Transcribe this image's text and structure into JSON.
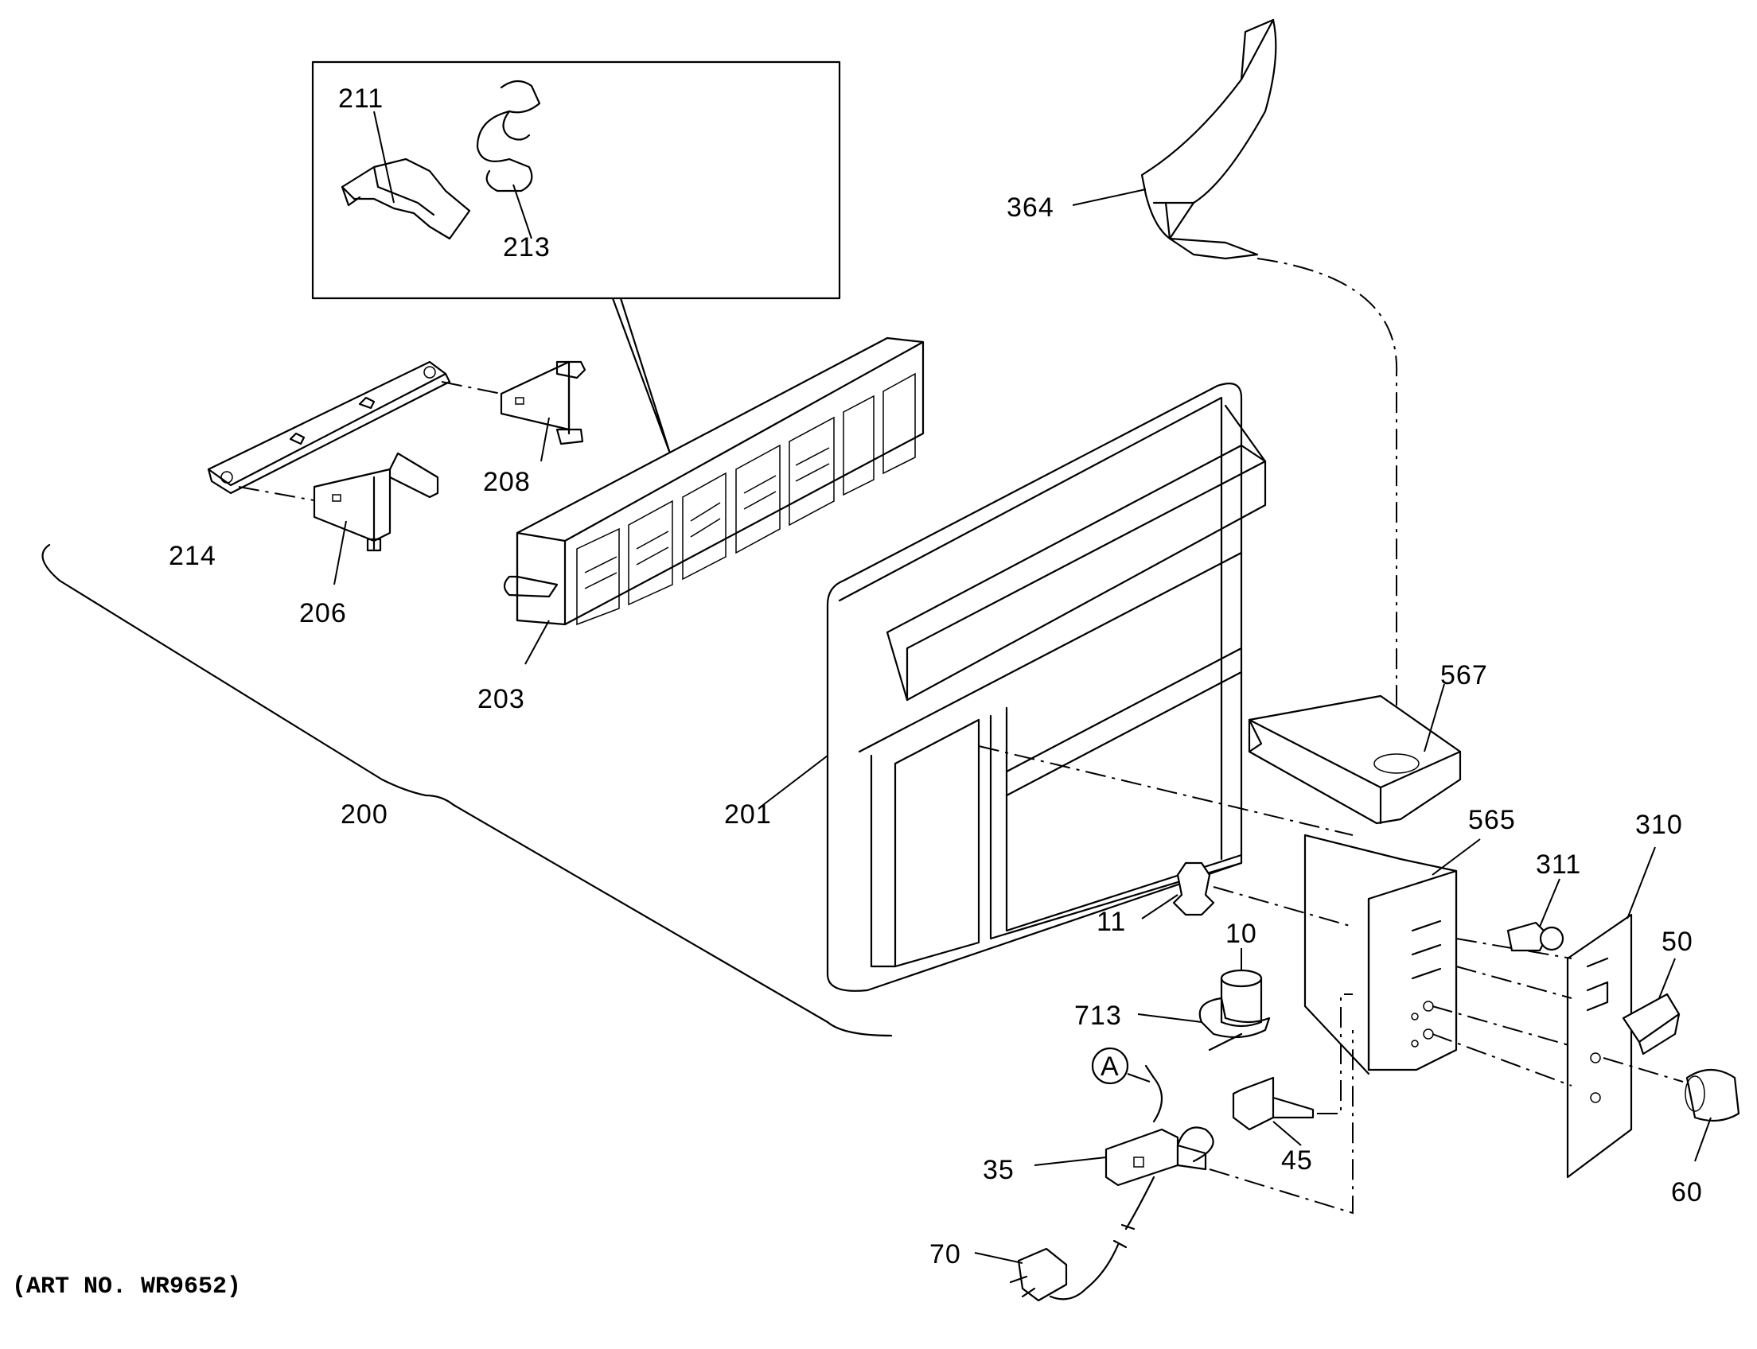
{
  "diagram": {
    "art_number": "(ART NO. WR9652)",
    "callout_letter": "A",
    "labels": {
      "p200": "200",
      "p201": "201",
      "p203": "203",
      "p206": "206",
      "p208": "208",
      "p211": "211",
      "p213": "213",
      "p214": "214",
      "p364": "364",
      "p567": "567",
      "p565": "565",
      "p310": "310",
      "p311": "311",
      "p50": "50",
      "p60": "60",
      "p11": "11",
      "p10": "10",
      "p713": "713",
      "p45": "45",
      "p35": "35",
      "p70": "70"
    }
  }
}
